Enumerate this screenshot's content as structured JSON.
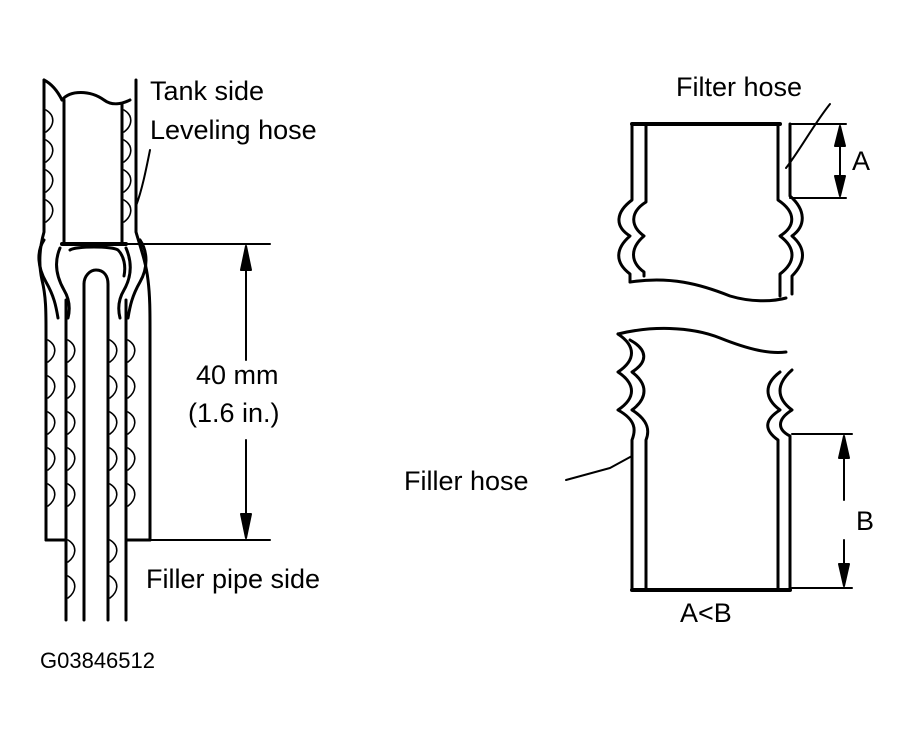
{
  "labels": {
    "tank_side": "Tank side",
    "leveling_hose": "Leveling hose",
    "distance_mm": "40 mm",
    "distance_in": "(1.6 in.)",
    "filler_pipe_side": "Filler pipe side",
    "filter_hose": "Filter hose",
    "dim_a": "A",
    "filler_hose": "Filler hose",
    "dim_b": "B",
    "relation": "A<B",
    "figure_code": "G03846512"
  },
  "colors": {
    "ink": "#000000",
    "paper": "#ffffff"
  }
}
